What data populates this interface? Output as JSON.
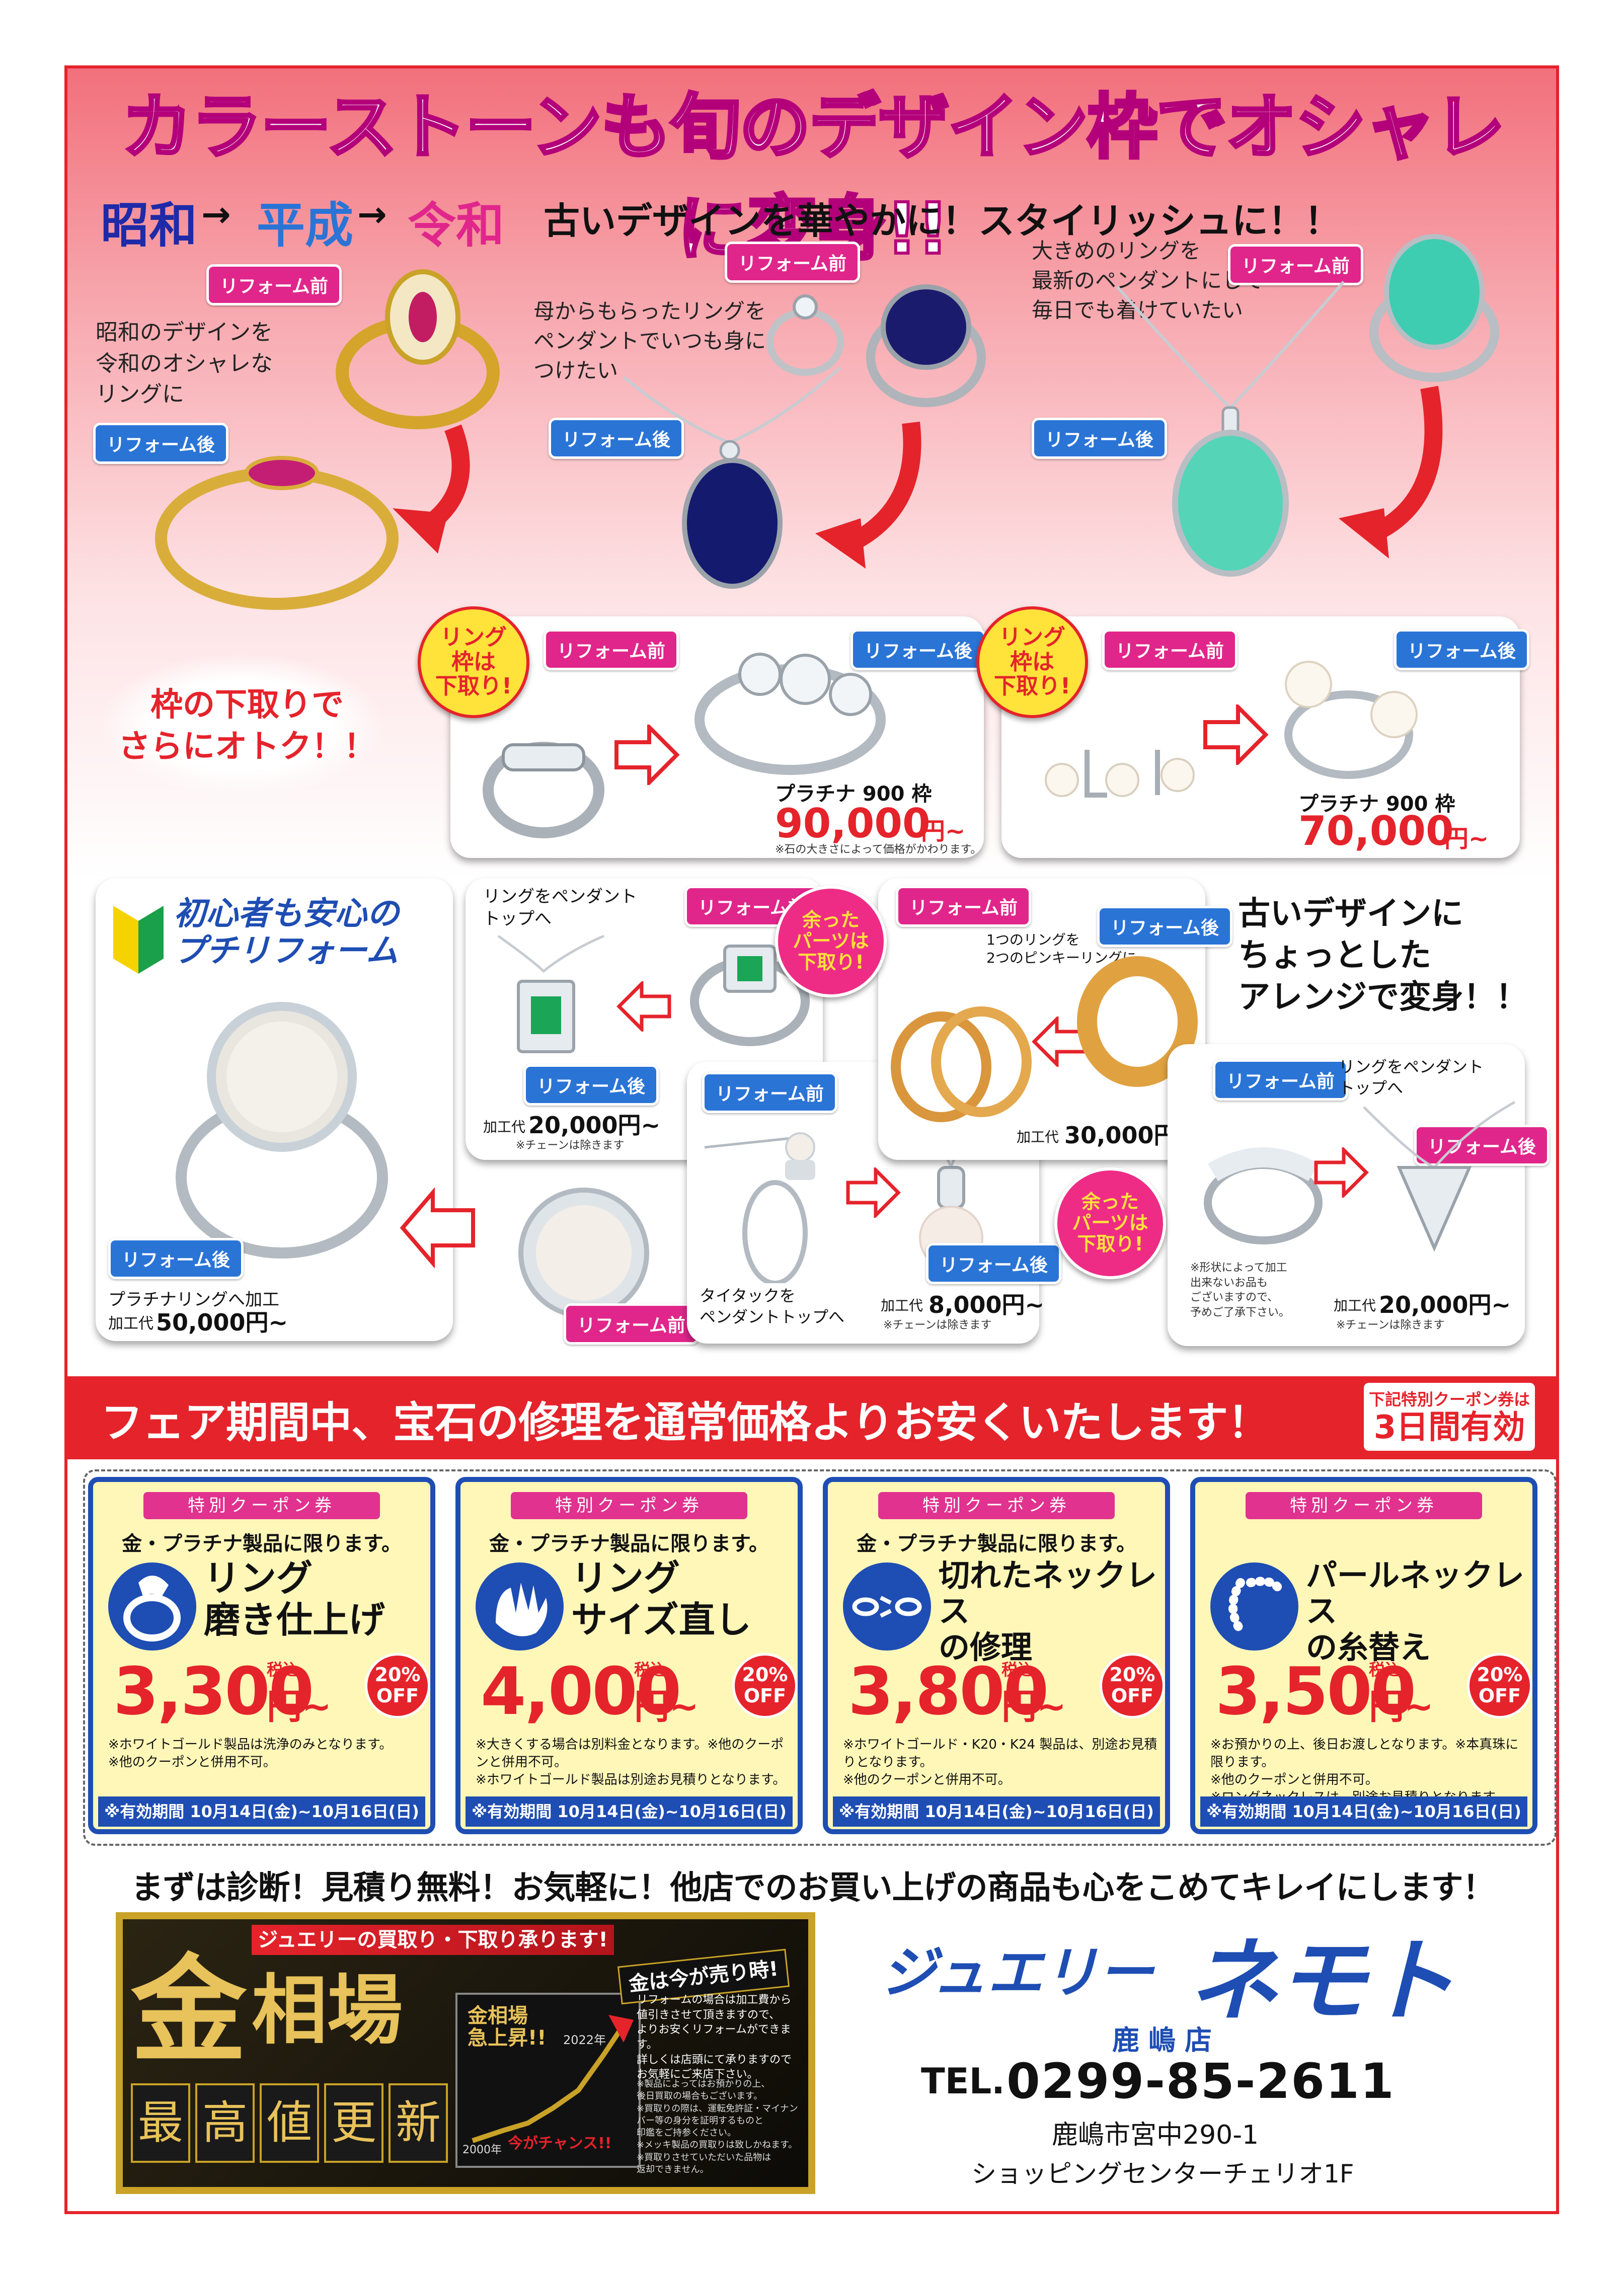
{
  "headline": "カラーストーンも旬のデザイン枠でオシャレに変身!!",
  "era": {
    "showa": "昭和",
    "heisei": "平成",
    "reiwa": "令和",
    "arrow": "→"
  },
  "subheading": "古いデザインを華やかに！スタイリッシュに！！",
  "tags": {
    "before": "リフォーム前",
    "after": "リフォーム後"
  },
  "captions": {
    "c1": "昭和のデザインを\n令和のオシャレな\nリングに",
    "c2": "母からもらったリングを\nペンダントでいつも身に\nつけたい",
    "c3": "大きめのリングを\n最新のペンダントにして\n毎日でも着けていたい"
  },
  "trade_in_promo": "枠の下取りで\nさらにオトク！！",
  "badge_frame": "リング\n枠は\n下取り!",
  "badge_parts": "余った\nパーツは\n下取り!",
  "card1": {
    "label": "プラチナ 900 枠",
    "price": "90,000",
    "unit": "円~",
    "note": "※石の大きさによって価格がかわります。"
  },
  "card2": {
    "label": "プラチナ 900 枠",
    "price": "70,000",
    "unit": "円~"
  },
  "petit": {
    "title": "初心者も安心の\nプチリフォーム",
    "desc": "プラチナリングへ加工",
    "cost_label": "加工代",
    "price": "50,000円~"
  },
  "pendant1": {
    "title": "リングをペンダント\nトップへ",
    "cost_label": "加工代",
    "price": "20,000円~",
    "note": "※チェーンは除きます"
  },
  "pinky": {
    "title": "1つのリングを\n2つのピンキーリングに",
    "cost_label": "加工代",
    "price": "30,000円~"
  },
  "arrange": "古いデザインに\nちょっとした\nアレンジで変身！！",
  "tietack": {
    "title": "タイタックを\nペンダントトップへ",
    "cost_label": "加工代",
    "price": "8,000円~",
    "note": "※チェーンは除きます"
  },
  "pendant2": {
    "title": "リングをペンダント\nトップへ",
    "cost_label": "加工代",
    "price": "20,000円~",
    "note": "※チェーンは除きます",
    "shape_note": "※形状によって加工\n出来ないお品も\nございますので、\n予めご了承下さい。"
  },
  "fair_banner": "フェア期間中、宝石の修理を通常価格よりお安くいたします！",
  "coupon_valid_small": "下記特別クーポン券は",
  "coupon_valid_big": "3日間有効",
  "coupons": [
    {
      "title": "特別クーポン券",
      "limit": "金・プラチナ製品に限ります。",
      "name": "リング\n磨き仕上げ",
      "price": "3,300",
      "unit": "円~",
      "tax": "税込",
      "off": "20%\nOFF",
      "note": "※ホワイトゴールド製品は洗浄のみとなります。\n※他のクーポンと併用不可。",
      "valid": "※有効期間 10月14日(金)~10月16日(日)",
      "icon": "ring-polish-icon"
    },
    {
      "title": "特別クーポン券",
      "limit": "金・プラチナ製品に限ります。",
      "name": "リング\nサイズ直し",
      "price": "4,000",
      "unit": "円~",
      "tax": "税込",
      "off": "20%\nOFF",
      "note": "※大きくする場合は別料金となります。※他のクーポンと併用不可。\n※ホワイトゴールド製品は別途お見積りとなります。",
      "valid": "※有効期間 10月14日(金)~10月16日(日)",
      "icon": "hand-ring-icon"
    },
    {
      "title": "特別クーポン券",
      "limit": "金・プラチナ製品に限ります。",
      "name": "切れたネックレス\nの修理",
      "price": "3,800",
      "unit": "円~",
      "tax": "税込",
      "off": "20%\nOFF",
      "note": "※ホワイトゴールド・K20・K24 製品は、別途お見積りとなります。\n※他のクーポンと併用不可。",
      "valid": "※有効期間 10月14日(金)~10月16日(日)",
      "icon": "broken-chain-icon"
    },
    {
      "title": "特別クーポン券",
      "limit": "",
      "name": "パールネックレス\nの糸替え",
      "price": "3,500",
      "unit": "円~",
      "tax": "税込",
      "off": "20%\nOFF",
      "note": "※お預かりの上、後日お渡しとなります。※本真珠に限ります。\n※他のクーポンと併用不可。\n※ロングネックレスは、別途お見積りとなります。",
      "valid": "※有効期間 10月14日(金)~10月16日(日)",
      "icon": "pearl-necklace-icon"
    }
  ],
  "free_estimate": "まずは診断！見積り無料！お気軽に！他店でのお買い上げの商品も心をこめてキレイにします！",
  "gold": {
    "buy_banner": "ジュエリーの買取り・下取り承ります!",
    "big1": "金",
    "big2": "相場",
    "record": [
      "最",
      "高",
      "値",
      "更",
      "新"
    ],
    "sell_now": "金は今が売り時!",
    "chart_title": "金相場\n急上昇!!",
    "chart_year_start": "2000年",
    "chart_year_end": "2022年",
    "chance": "今がチャンス!!",
    "desc": "リフォームの場合は加工費から\n値引きさせて頂きますので、\nよりお安くリフォームができます。\n詳しくは店頭にて承りますので\nお気軽にご来店下さい。",
    "notes": "※製品によってはお預かりの上、\n後日買取の場合もございます。\n※買取りの際は、運転免許証・マイナン\nバー等の身分を証明するものと\n印鑑をご持参ください。\n※メッキ製品の買取りは致しかねます。\n※買取りさせていただいた品物は\n返却できません。"
  },
  "shop": {
    "logo_prefix": "ジュエリー",
    "logo_main": "ネモト",
    "branch": "鹿嶋店",
    "tel_prefix": "TEL.",
    "tel": "0299-85-2611",
    "address": "鹿嶋市宮中290-1",
    "building": "ショッピングセンターチェリオ1F"
  },
  "colors": {
    "red": "#e5232b",
    "pink": "#e0268b",
    "blue": "#2a74d6",
    "navy": "#1e4db3",
    "gold": "#c9a227"
  }
}
